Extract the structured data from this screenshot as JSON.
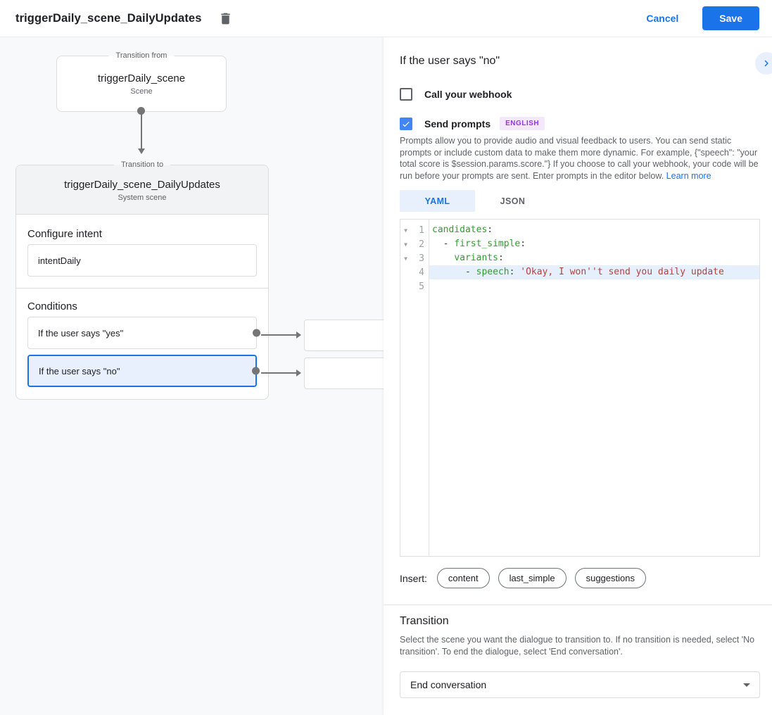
{
  "colors": {
    "accent": "#1a73e8",
    "checkbox_checked": "#4285f4",
    "badge_bg": "#f3e8fd",
    "badge_fg": "#9334e6",
    "selected_condition_bg": "#e8f0fe",
    "code_key": "#2f9e2f",
    "code_string": "#b5413c"
  },
  "header": {
    "title": "triggerDaily_scene_DailyUpdates",
    "trash_icon": "trash-icon",
    "cancel_label": "Cancel",
    "save_label": "Save"
  },
  "diagram": {
    "from_box": {
      "legend": "Transition from",
      "title": "triggerDaily_scene",
      "subtitle": "Scene"
    },
    "to_box": {
      "legend": "Transition to",
      "title": "triggerDaily_scene_DailyUpdates",
      "subtitle": "System scene",
      "intent_section_label": "Configure intent",
      "intent_value": "intentDaily",
      "conditions_label": "Conditions",
      "conditions": [
        {
          "label": "If the user says \"yes\"",
          "selected": false
        },
        {
          "label": "If the user says \"no\"",
          "selected": true
        }
      ]
    }
  },
  "detail": {
    "title": "If the user says \"no\"",
    "expand_icon": "chevron-right-icon",
    "webhook_checkbox": {
      "checked": false,
      "label": "Call your webhook"
    },
    "prompts_checkbox": {
      "checked": true,
      "label": "Send prompts"
    },
    "language_badge": "ENGLISH",
    "prompts_description": "Prompts allow you to provide audio and visual feedback to users. You can send static prompts or include custom data to make them more dynamic. For example, {\"speech\": \"your total score is $session.params.score.\"} If you choose to call your webhook, your code will be run before your prompts are sent. Enter prompts in the editor below. ",
    "learn_more_label": "Learn more",
    "tabs": [
      {
        "label": "YAML",
        "active": true
      },
      {
        "label": "JSON",
        "active": false
      }
    ],
    "editor": {
      "lines": [
        {
          "num": "1",
          "fold": true,
          "active": false,
          "segments": [
            [
              "key",
              "candidates"
            ],
            [
              "plain",
              ":"
            ]
          ]
        },
        {
          "num": "2",
          "fold": true,
          "active": false,
          "segments": [
            [
              "plain",
              "  - "
            ],
            [
              "key",
              "first_simple"
            ],
            [
              "plain",
              ":"
            ]
          ]
        },
        {
          "num": "3",
          "fold": true,
          "active": false,
          "segments": [
            [
              "plain",
              "    "
            ],
            [
              "key",
              "variants"
            ],
            [
              "plain",
              ":"
            ]
          ]
        },
        {
          "num": "4",
          "fold": false,
          "active": true,
          "segments": [
            [
              "plain",
              "      - "
            ],
            [
              "key",
              "speech"
            ],
            [
              "plain",
              ": "
            ],
            [
              "string",
              "'Okay, I won''t send you daily update"
            ]
          ]
        },
        {
          "num": "5",
          "fold": false,
          "active": false,
          "segments": []
        }
      ]
    },
    "insert_label": "Insert:",
    "insert_chips": [
      "content",
      "last_simple",
      "suggestions"
    ],
    "transition": {
      "heading": "Transition",
      "description": "Select the scene you want the dialogue to transition to. If no transition is needed, select 'No transition'. To end the dialogue, select 'End conversation'.",
      "dropdown_value": "End conversation"
    }
  }
}
